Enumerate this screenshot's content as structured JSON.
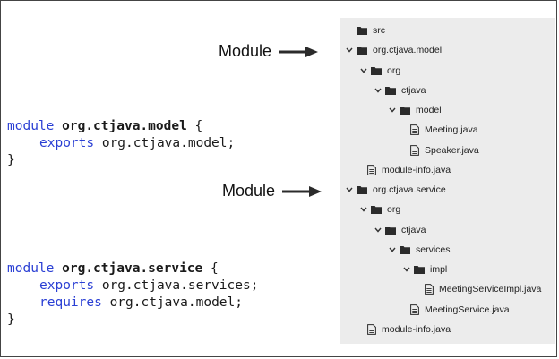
{
  "code_blocks": [
    {
      "keyword": "module",
      "name": "org.ctjava.model",
      "brace_open": "{",
      "brace_close": "}",
      "statements": [
        {
          "keyword": "exports",
          "target": "org.ctjava.model;"
        }
      ]
    },
    {
      "keyword": "module",
      "name": "org.ctjava.service",
      "brace_open": "{",
      "brace_close": "}",
      "statements": [
        {
          "keyword": "exports",
          "target": "org.ctjava.services;"
        },
        {
          "keyword": "requires",
          "target": "org.ctjava.model;"
        }
      ]
    }
  ],
  "callouts": [
    {
      "label": "Module"
    },
    {
      "label": "Module"
    }
  ],
  "tree": [
    {
      "label": "src",
      "type": "folder",
      "depth": 0,
      "chevron": "none"
    },
    {
      "label": "org.ctjava.model",
      "type": "folder",
      "depth": 0,
      "chevron": "down"
    },
    {
      "label": "org",
      "type": "folder",
      "depth": 1,
      "chevron": "down"
    },
    {
      "label": "ctjava",
      "type": "folder",
      "depth": 2,
      "chevron": "down"
    },
    {
      "label": "model",
      "type": "folder",
      "depth": 3,
      "chevron": "down"
    },
    {
      "label": "Meeting.java",
      "type": "file",
      "depth": 4,
      "chevron": "none"
    },
    {
      "label": "Speaker.java",
      "type": "file",
      "depth": 4,
      "chevron": "none"
    },
    {
      "label": "module-info.java",
      "type": "file",
      "depth": 1,
      "chevron": "none"
    },
    {
      "label": "org.ctjava.service",
      "type": "folder",
      "depth": 0,
      "chevron": "down"
    },
    {
      "label": "org",
      "type": "folder",
      "depth": 1,
      "chevron": "down"
    },
    {
      "label": "ctjava",
      "type": "folder",
      "depth": 2,
      "chevron": "down"
    },
    {
      "label": "services",
      "type": "folder",
      "depth": 3,
      "chevron": "down"
    },
    {
      "label": "impl",
      "type": "folder",
      "depth": 4,
      "chevron": "down"
    },
    {
      "label": "MeetingServiceImpl.java",
      "type": "file",
      "depth": 5,
      "chevron": "none"
    },
    {
      "label": "MeetingService.java",
      "type": "file",
      "depth": 4,
      "chevron": "none"
    },
    {
      "label": "module-info.java",
      "type": "file",
      "depth": 1,
      "chevron": "none"
    }
  ],
  "colors": {
    "keyword": "#2a3fd4",
    "tree_background": "#ececec",
    "icon": "#2b2b2b"
  },
  "icons": {
    "folder": "folder-icon",
    "file": "file-icon",
    "chevron": "chevron-down-icon",
    "arrow": "arrow-right-icon"
  }
}
